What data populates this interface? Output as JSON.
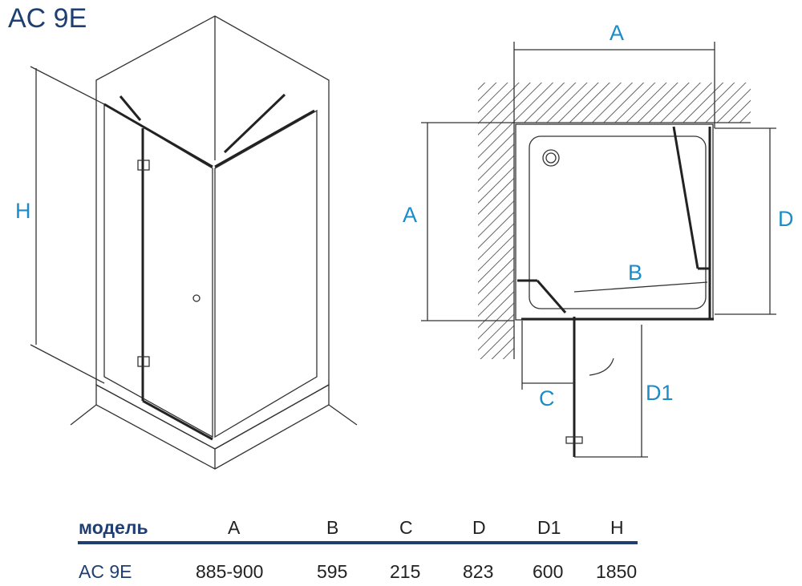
{
  "title": "AC 9E",
  "dimension_labels": {
    "H": "H",
    "A_top": "A",
    "A_side": "A",
    "D": "D",
    "B": "B",
    "C": "C",
    "D1": "D1"
  },
  "table": {
    "headers": [
      "модель",
      "A",
      "B",
      "C",
      "D",
      "D1",
      "H"
    ],
    "rows": [
      [
        "AC 9E",
        "885-900",
        "595",
        "215",
        "823",
        "600",
        "1850"
      ]
    ]
  },
  "colors": {
    "title": "#1f3f73",
    "dimension": "#1a8cc8",
    "rule": "#1f3f73"
  }
}
